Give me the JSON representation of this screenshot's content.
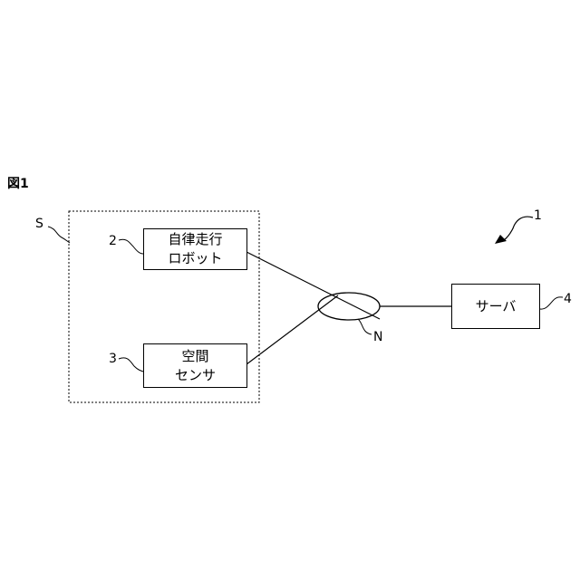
{
  "figure_label": "図1",
  "system_ref": "1",
  "site_ref": "S",
  "network_ref": "N",
  "robot": {
    "ref": "2",
    "line1": "自律走行",
    "line2": "ロボット"
  },
  "sensor": {
    "ref": "3",
    "line1": "空間",
    "line2": "センサ"
  },
  "server": {
    "ref": "4",
    "label": "サーバ"
  }
}
